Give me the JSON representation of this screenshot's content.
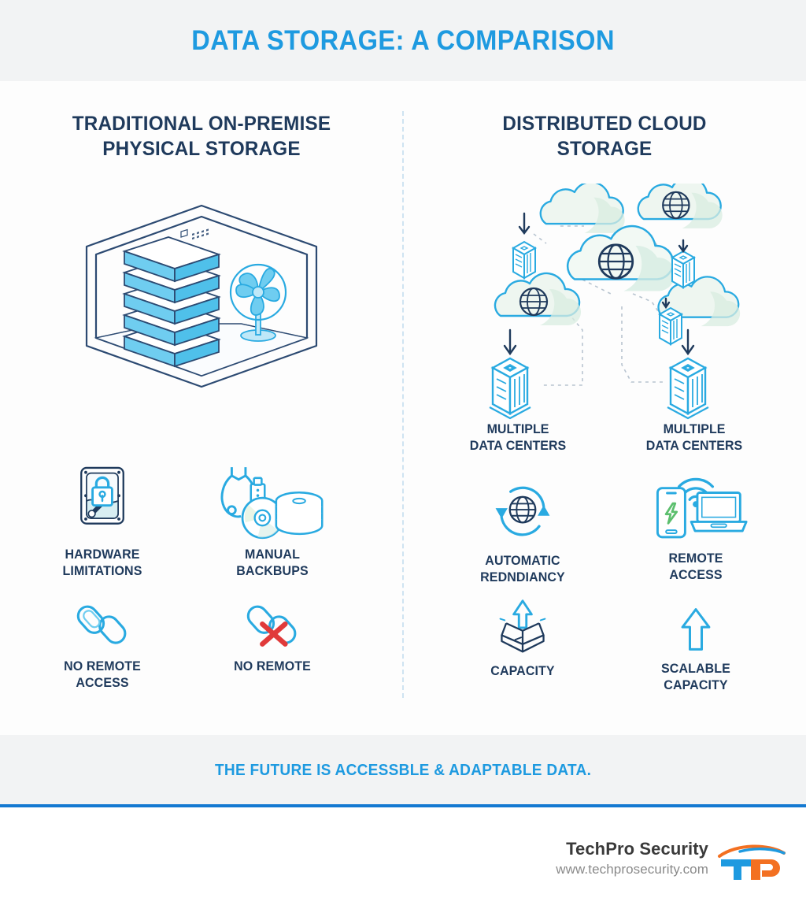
{
  "header": {
    "title": "DATA STORAGE: A COMPARISON",
    "title_color": "#1e9ae0",
    "band_color": "#f2f3f4"
  },
  "columns": {
    "left": {
      "heading_line1": "TRADITIONAL ON-PREMISE",
      "heading_line2": "PHYSICAL STORAGE",
      "hero_icon": "server-room-icon",
      "features": [
        {
          "icon": "hard-drive-lock-icon",
          "label_line1": "HARDWARE",
          "label_line2": "LIMITATIONS"
        },
        {
          "icon": "wrench-usb-discs-icon",
          "label_line1": "MANUAL",
          "label_line2": "BACKBUPS"
        },
        {
          "icon": "broken-chain-icon",
          "label_line1": "NO REMOTE",
          "label_line2": "ACCESS"
        },
        {
          "icon": "chain-red-x-icon",
          "label_line1": "NO REMOTE",
          "label_line2": ""
        }
      ]
    },
    "right": {
      "heading_line1": "DISTRIBUTED CLOUD",
      "heading_line2": "STORAGE",
      "hero_icon": "cloud-network-icon",
      "datacenter_labels": [
        {
          "line1": "MULTIPLE",
          "line2": "DATA CENTERS"
        },
        {
          "line1": "MULTIPLE",
          "line2": "DATA CENTERS"
        }
      ],
      "features": [
        {
          "icon": "globe-refresh-cycle-icon",
          "label_line1": "AUTOMATIC",
          "label_line2": "REDNDIANCY"
        },
        {
          "icon": "phone-laptop-wifi-icon",
          "label_line1": "REMOTE",
          "label_line2": "ACCESS"
        },
        {
          "icon": "open-box-arrow-up-icon",
          "label_line1": "CAPACITY",
          "label_line2": ""
        },
        {
          "icon": "arrow-up-icon",
          "label_line1": "SCALABLE",
          "label_line2": "CAPACITY"
        }
      ]
    }
  },
  "tagline": {
    "text": "THE FUTURE IS ACCESSBLE & ADAPTABLE DATA.",
    "color": "#1e9ae0"
  },
  "footer": {
    "brand_name": "TechPro Security",
    "brand_url": "www.techprosecurity.com",
    "logo_icon": "techpro-tp-logo",
    "rule_color": "#1479d1"
  },
  "palette": {
    "accent_blue": "#1e9ae0",
    "bright_blue": "#29aae1",
    "navy": "#1f3a5c",
    "light_blue_fill": "#6fcdf0",
    "green": "#5cbf6e",
    "red": "#e03a3a",
    "orange": "#f37021"
  }
}
